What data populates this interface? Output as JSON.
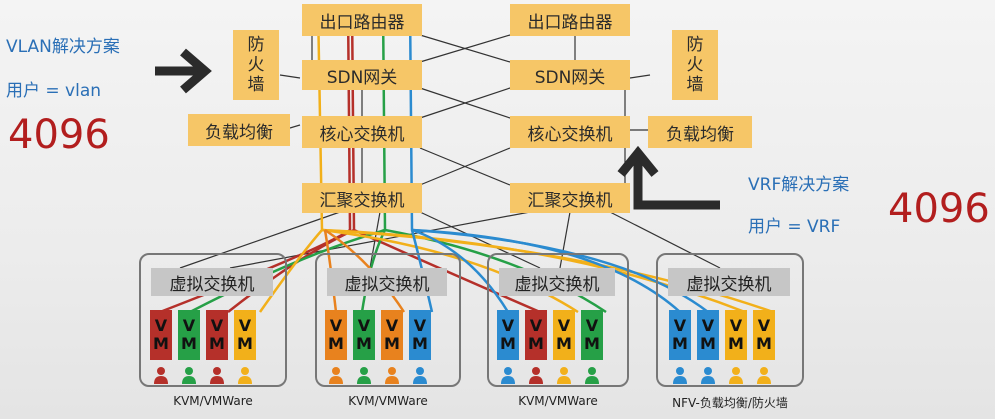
{
  "left_note": {
    "title": "VLAN解决方案",
    "formula": "用户 = vlan",
    "count": "4096"
  },
  "right_note": {
    "title": "VRF解决方案",
    "formula": "用户 = VRF",
    "count": "4096"
  },
  "left_stack": {
    "router": "出口路由器",
    "sdn": "SDN网关",
    "core": "核心交换机",
    "agg": "汇聚交换机"
  },
  "right_stack": {
    "router": "出口路由器",
    "sdn": "SDN网关",
    "core": "核心交换机",
    "agg": "汇聚交换机"
  },
  "firewall_left": [
    "防",
    "火",
    "墙"
  ],
  "firewall_right": [
    "防",
    "火",
    "墙"
  ],
  "lb_left": "负载均衡",
  "lb_right": "负载均衡",
  "hosts": [
    {
      "switch": "虚拟交换机",
      "label": "KVM/VMWare",
      "vms": [
        "red",
        "green",
        "red",
        "yellow"
      ]
    },
    {
      "switch": "虚拟交换机",
      "label": "KVM/VMWare",
      "vms": [
        "orange",
        "green",
        "orange",
        "blue"
      ]
    },
    {
      "switch": "虚拟交换机",
      "label": "KVM/VMWare",
      "vms": [
        "blue",
        "red",
        "yellow",
        "green"
      ]
    },
    {
      "switch": "虚拟交换机",
      "label": "NFV-负载均衡/防火墙",
      "vms": [
        "blue",
        "blue",
        "yellow",
        "yellow"
      ]
    }
  ],
  "vm_text": [
    "V",
    "M"
  ],
  "colors": {
    "box": "#f6c667",
    "red": "#b5302a",
    "green": "#26a047",
    "yellow": "#f2b01a",
    "orange": "#e8821e",
    "blue": "#2b8bd0",
    "note_blue": "#2a6fb6",
    "count_red": "#b21e1e"
  }
}
